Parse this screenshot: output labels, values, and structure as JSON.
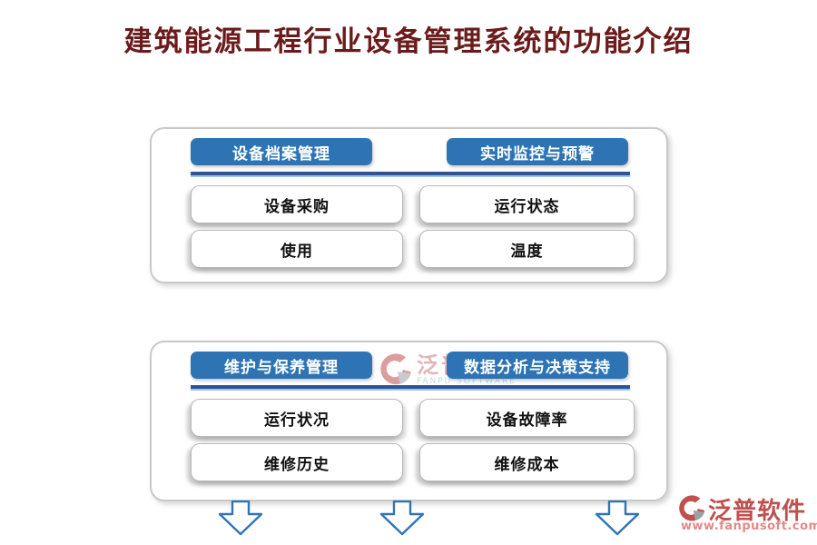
{
  "title": "建筑能源工程行业设备管理系统的功能介绍",
  "panels": [
    {
      "sections": [
        {
          "header": "设备档案管理",
          "items": [
            "设备采购",
            "使用"
          ]
        },
        {
          "header": "实时监控与预警",
          "items": [
            "运行状态",
            "温度"
          ]
        }
      ]
    },
    {
      "sections": [
        {
          "header": "维护与保养管理",
          "items": [
            "运行状况",
            "维修历史"
          ]
        },
        {
          "header": "数据分析与决策支持",
          "items": [
            "设备故障率",
            "维修成本"
          ]
        }
      ]
    }
  ],
  "watermark": {
    "brand": "泛普软件",
    "subtext": "FANPU SOFTWARE"
  },
  "logo": {
    "brand": "泛普软件",
    "url": "www.fanpusoft.com"
  },
  "colors": {
    "header_blue": "#2E74B5",
    "divider_blue": "#2F5496",
    "arrow_blue": "#2E75B6",
    "title_red": "#6B1B1B",
    "brand_red": "#C0504D"
  },
  "icons": {
    "down_arrow": "down-arrow-icon",
    "brand_mark": "fanpu-logo-icon"
  }
}
